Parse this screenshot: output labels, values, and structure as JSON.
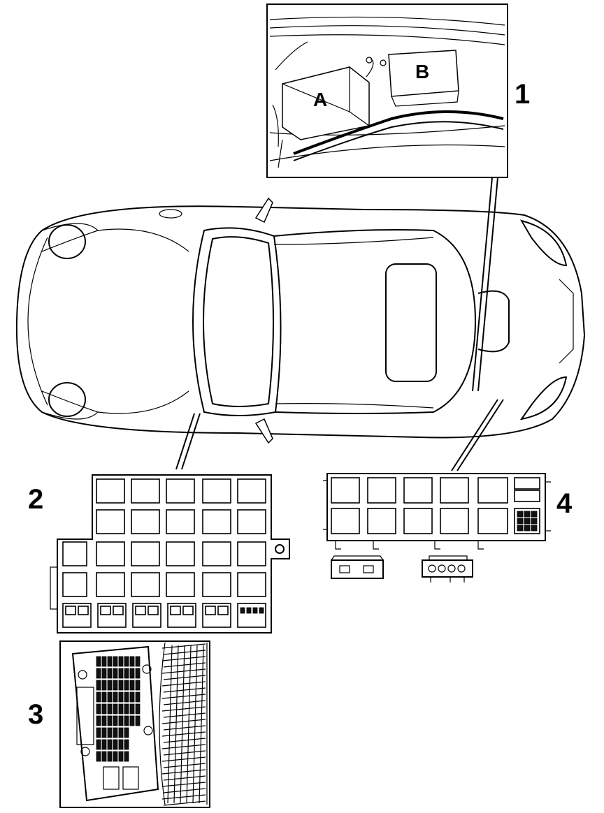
{
  "diagram": {
    "callouts": [
      {
        "id": "1",
        "label": "1"
      },
      {
        "id": "2",
        "label": "2"
      },
      {
        "id": "3",
        "label": "3"
      },
      {
        "id": "4",
        "label": "4"
      }
    ],
    "inset_labels": {
      "a": "A",
      "b": "B"
    },
    "colors": {
      "stroke": "#000000",
      "background": "#ffffff"
    }
  }
}
